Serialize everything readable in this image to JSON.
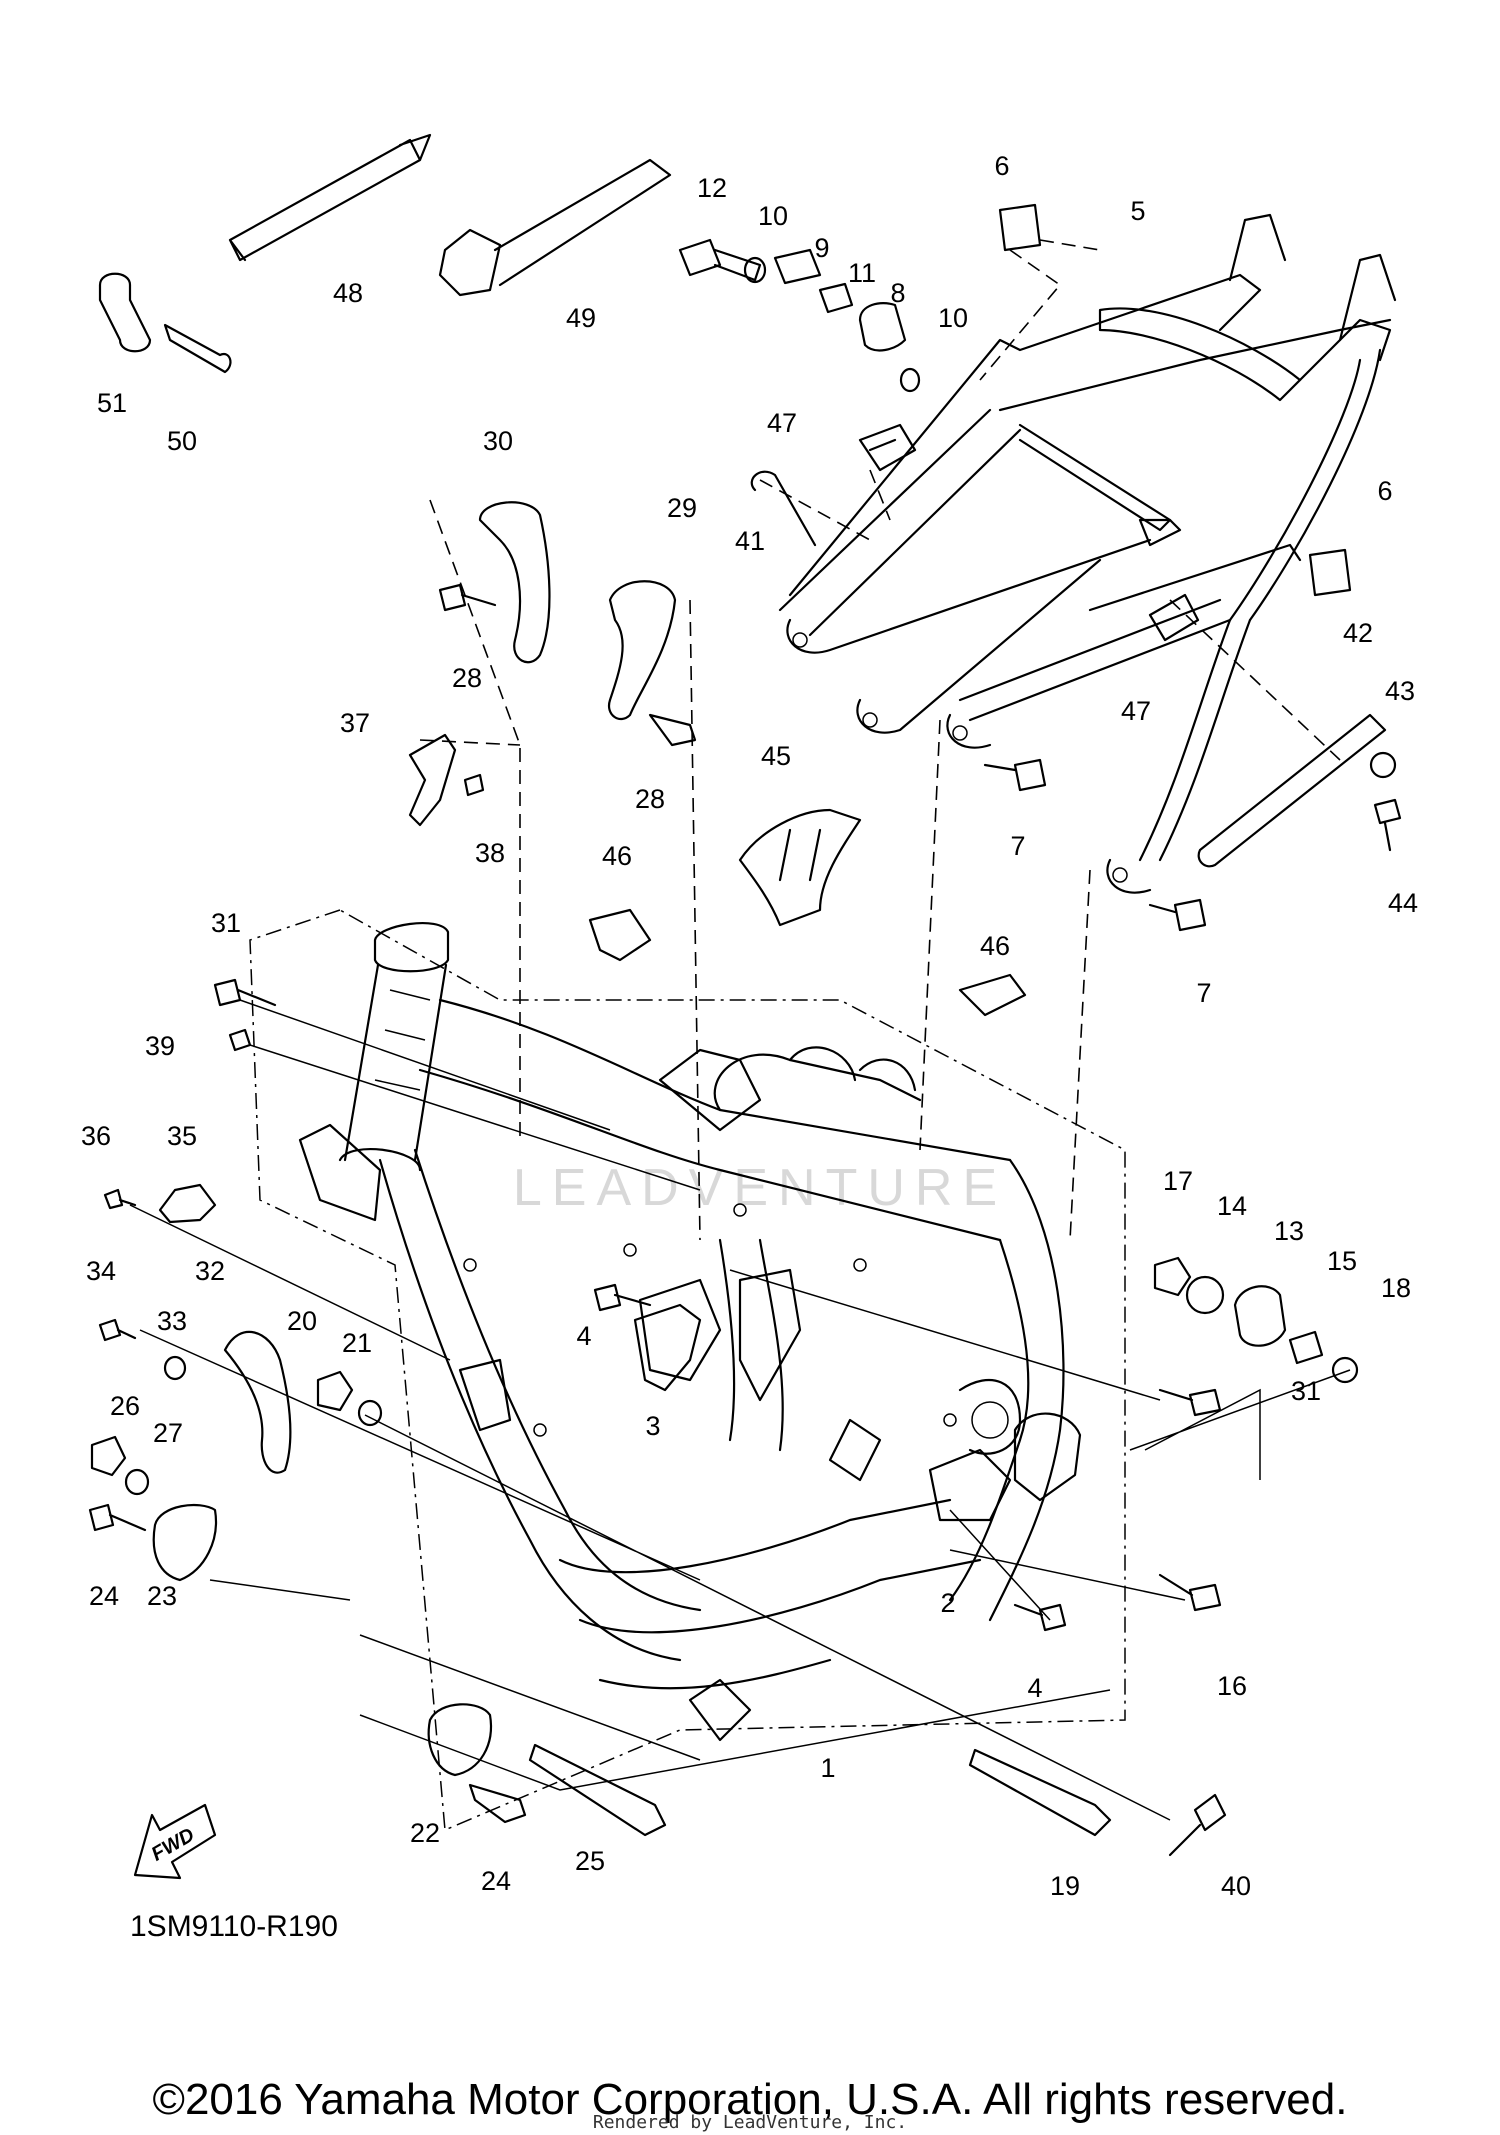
{
  "diagram": {
    "code": "1SM9110-R190",
    "fwd_label": "FWD",
    "watermark": "LEADVENTURE",
    "callouts": [
      {
        "id": "c12",
        "label": "12"
      },
      {
        "id": "c10a",
        "label": "10"
      },
      {
        "id": "c9",
        "label": "9"
      },
      {
        "id": "c11",
        "label": "11"
      },
      {
        "id": "c8",
        "label": "8"
      },
      {
        "id": "c10b",
        "label": "10"
      },
      {
        "id": "c6a",
        "label": "6"
      },
      {
        "id": "c5",
        "label": "5"
      },
      {
        "id": "c48",
        "label": "48"
      },
      {
        "id": "c49",
        "label": "49"
      },
      {
        "id": "c51",
        "label": "51"
      },
      {
        "id": "c50",
        "label": "50"
      },
      {
        "id": "c47a",
        "label": "47"
      },
      {
        "id": "c41",
        "label": "41"
      },
      {
        "id": "c6b",
        "label": "6"
      },
      {
        "id": "c30",
        "label": "30"
      },
      {
        "id": "c29",
        "label": "29"
      },
      {
        "id": "c28a",
        "label": "28"
      },
      {
        "id": "c28b",
        "label": "28"
      },
      {
        "id": "c37",
        "label": "37"
      },
      {
        "id": "c38",
        "label": "38"
      },
      {
        "id": "c45",
        "label": "45"
      },
      {
        "id": "c47b",
        "label": "47"
      },
      {
        "id": "c42",
        "label": "42"
      },
      {
        "id": "c43",
        "label": "43"
      },
      {
        "id": "c7a",
        "label": "7"
      },
      {
        "id": "c44",
        "label": "44"
      },
      {
        "id": "c7b",
        "label": "7"
      },
      {
        "id": "c46a",
        "label": "46"
      },
      {
        "id": "c46b",
        "label": "46"
      },
      {
        "id": "c31a",
        "label": "31"
      },
      {
        "id": "c39",
        "label": "39"
      },
      {
        "id": "c36",
        "label": "36"
      },
      {
        "id": "c35",
        "label": "35"
      },
      {
        "id": "c17",
        "label": "17"
      },
      {
        "id": "c14",
        "label": "14"
      },
      {
        "id": "c13",
        "label": "13"
      },
      {
        "id": "c15",
        "label": "15"
      },
      {
        "id": "c18",
        "label": "18"
      },
      {
        "id": "c34",
        "label": "34"
      },
      {
        "id": "c32",
        "label": "32"
      },
      {
        "id": "c33",
        "label": "33"
      },
      {
        "id": "c20",
        "label": "20"
      },
      {
        "id": "c21",
        "label": "21"
      },
      {
        "id": "c4a",
        "label": "4"
      },
      {
        "id": "c3",
        "label": "3"
      },
      {
        "id": "c26",
        "label": "26"
      },
      {
        "id": "c27",
        "label": "27"
      },
      {
        "id": "c31b",
        "label": "31"
      },
      {
        "id": "c24a",
        "label": "24"
      },
      {
        "id": "c23",
        "label": "23"
      },
      {
        "id": "c2",
        "label": "2"
      },
      {
        "id": "c16",
        "label": "16"
      },
      {
        "id": "c4b",
        "label": "4"
      },
      {
        "id": "c1",
        "label": "1"
      },
      {
        "id": "c22",
        "label": "22"
      },
      {
        "id": "c24b",
        "label": "24"
      },
      {
        "id": "c25",
        "label": "25"
      },
      {
        "id": "c19",
        "label": "19"
      },
      {
        "id": "c40",
        "label": "40"
      }
    ]
  },
  "footer": {
    "copyright": "©2016 Yamaha Motor Corporation, U.S.A. All rights reserved.",
    "rendered_by": "Rendered by LeadVenture, Inc."
  }
}
